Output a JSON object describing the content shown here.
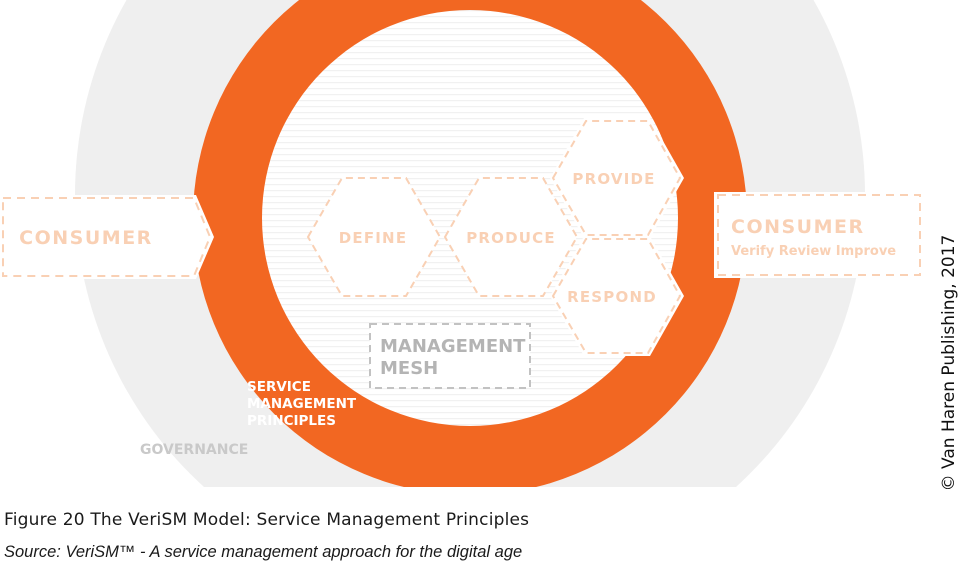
{
  "diagram": {
    "consumer_left": "CONSUMER",
    "consumer_right": "CONSUMER",
    "consumer_right_sub": "Verify Review Improve",
    "define": "DEFINE",
    "produce": "PRODUCE",
    "provide": "PROVIDE",
    "respond": "RESPOND",
    "management_mesh_line1": "MANAGEMENT",
    "management_mesh_line2": "MESH",
    "principles_line1": "SERVICE",
    "principles_line2": "MANAGEMENT",
    "principles_line3": "PRINCIPLES",
    "governance": "GOVERNANCE"
  },
  "caption": {
    "title": "Figure 20  The VeriSM Model: Service Management Principles",
    "source": "Source: VeriSM™ - A service management approach for the digital age"
  },
  "copyright": "© Van Haren Publishing, 2017",
  "colors": {
    "orange": "#f26722",
    "pale_orange": "#f9d0b4",
    "governance_grey": "#efefef",
    "stripe_grey": "#f3f3f3",
    "mesh_grey": "#b4b4b4"
  }
}
